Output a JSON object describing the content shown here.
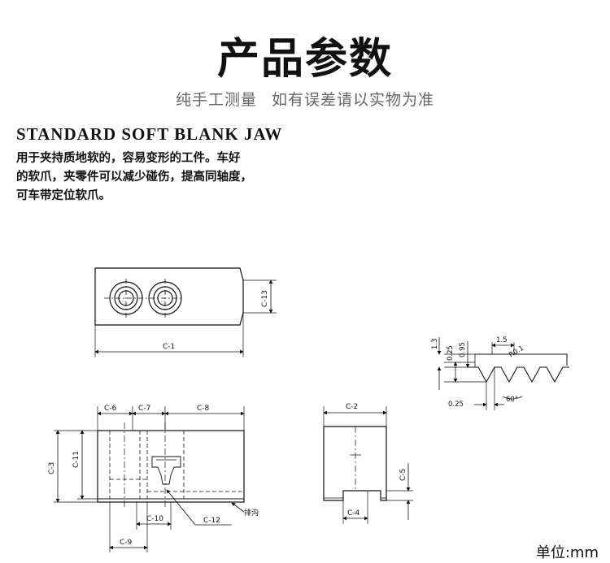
{
  "title": "产品参数",
  "subtitle": {
    "left": "纯手工测量",
    "right": "如有误差请以实物为准"
  },
  "heading": "STANDARD SOFT BLANK JAW",
  "description": [
    "用于夹持质地软的，容易变形的工件。车好",
    "的软爪，夹零件可以减少碰伤，提高同轴度，",
    "可车带定位软爪。"
  ],
  "drawing": {
    "dims": {
      "c1": "C-1",
      "c2": "C-2",
      "c3": "C-3",
      "c4": "C-4",
      "c5": "C-5",
      "c6": "C-6",
      "c7": "C-7",
      "c8": "C-8",
      "c9": "C-9",
      "c10": "C-10",
      "c11": "C-11",
      "c12": "C-12",
      "c13": "C-13"
    },
    "note_chamfer": "排沟",
    "serration": {
      "d1_3": "1.3",
      "d0_25_v": "0.25",
      "d0_95": "0.95",
      "d1_5": "1.5",
      "r0_1": "R0.1",
      "d0_25_h": "0.25",
      "angle60": "60°"
    }
  },
  "unit": "单位:mm"
}
